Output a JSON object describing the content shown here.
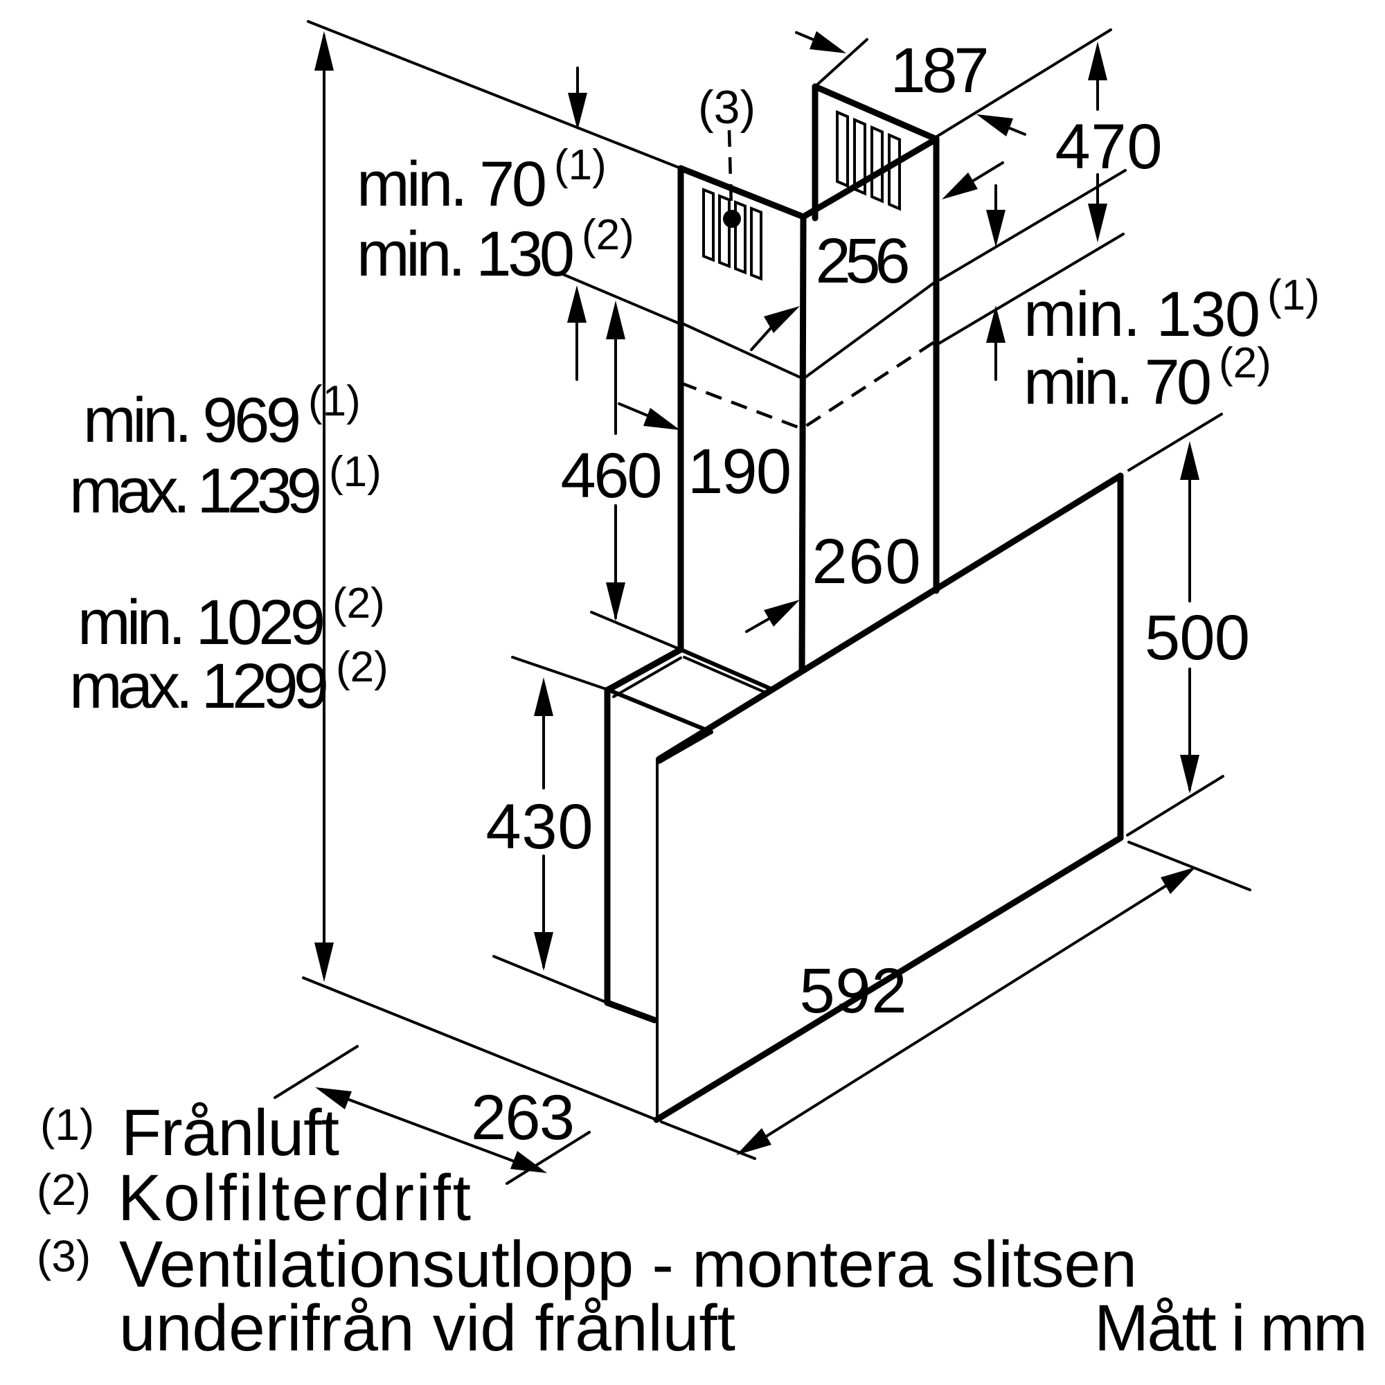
{
  "drawing_title": "Wall hood mounting dimension drawing",
  "units_note": "Mått i mm",
  "callout3": "(3)",
  "dims": {
    "d187": "187",
    "d470": "470",
    "d256": "256",
    "d190": "190",
    "d460": "460",
    "d260": "260",
    "d500": "500",
    "d430": "430",
    "d592": "592",
    "d263": "263"
  },
  "clearances": {
    "top_left": [
      {
        "label": "min. 70",
        "sup": "(1)"
      },
      {
        "label": "min. 130",
        "sup": "(2)"
      }
    ],
    "right": [
      {
        "label": "min. 130",
        "sup": "(1)"
      },
      {
        "label": "min. 70",
        "sup": "(2)"
      }
    ],
    "left": [
      {
        "label": "min. 969",
        "sup": "(1)"
      },
      {
        "label": "max. 1239",
        "sup": "(1)"
      },
      {
        "label": "min. 1029",
        "sup": "(2)"
      },
      {
        "label": "max. 1299",
        "sup": "(2)"
      }
    ]
  },
  "legend": [
    {
      "marker": "(1)",
      "text": "Frånluft"
    },
    {
      "marker": "(2)",
      "text": "Kolfilterdrift"
    },
    {
      "marker": "(3)",
      "text": "Ventilationsutlopp - montera slitsen",
      "text2": "underifrån vid frånluft"
    }
  ],
  "colors": {
    "ink": "#000000",
    "paper": "#ffffff"
  }
}
